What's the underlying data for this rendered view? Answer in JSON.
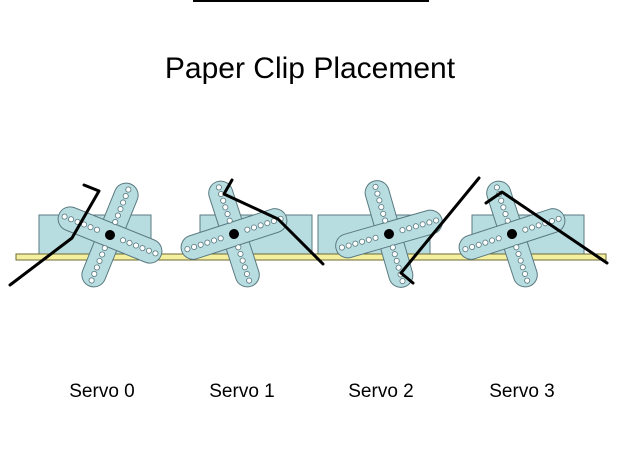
{
  "title": "Paper Clip Placement",
  "servo_labels": [
    "Servo 0",
    "Servo 1",
    "Servo 2",
    "Servo 3"
  ],
  "colors": {
    "servo_body": "#b8dde1",
    "horn_fill": "#b8dde1",
    "rail_fill": "#f5f0a0",
    "outline": "#5a7a80",
    "clip": "#000000",
    "hub": "#000000"
  }
}
